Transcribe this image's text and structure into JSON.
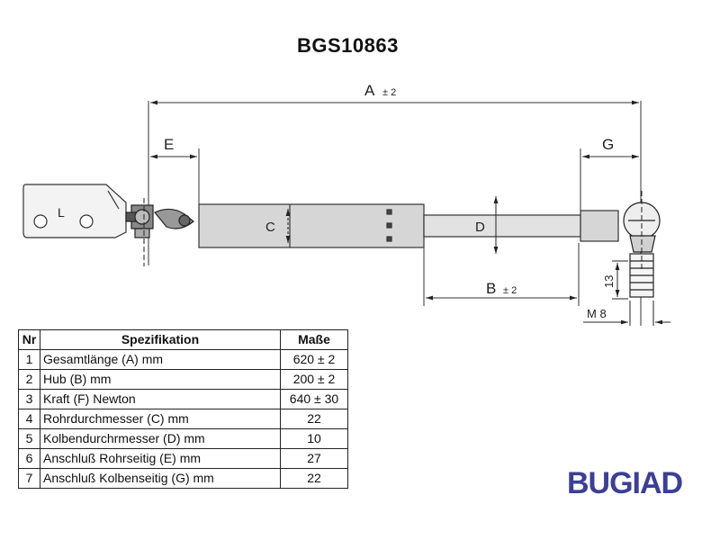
{
  "title": "BGS10863",
  "dimensions": {
    "A": "A",
    "A_tol": "± 2",
    "B": "B",
    "B_tol": "± 2",
    "C": "C",
    "D": "D",
    "E": "E",
    "G": "G",
    "L": "L",
    "thread_len": "13",
    "thread": "M 8"
  },
  "table": {
    "headers": {
      "nr": "Nr",
      "spec": "Spezifikation",
      "value": "Maße"
    },
    "rows": [
      {
        "nr": "1",
        "spec": "Gesamtlänge (A) mm",
        "value": "620 ± 2"
      },
      {
        "nr": "2",
        "spec": "Hub (B)  mm",
        "value": "200 ± 2"
      },
      {
        "nr": "3",
        "spec": "Kraft (F) Newton",
        "value": "640 ± 30"
      },
      {
        "nr": "4",
        "spec": "Rohrdurchmesser (C) mm",
        "value": "22"
      },
      {
        "nr": "5",
        "spec": "Kolbendurchrmesser (D) mm",
        "value": "10"
      },
      {
        "nr": "6",
        "spec": "Anschluß Rohrseitig (E) mm",
        "value": "27"
      },
      {
        "nr": "7",
        "spec": "Anschluß Kolbenseitig (G) mm",
        "value": "22"
      }
    ]
  },
  "logo": {
    "text": "BUGIAD",
    "color": "#3c3f97"
  }
}
